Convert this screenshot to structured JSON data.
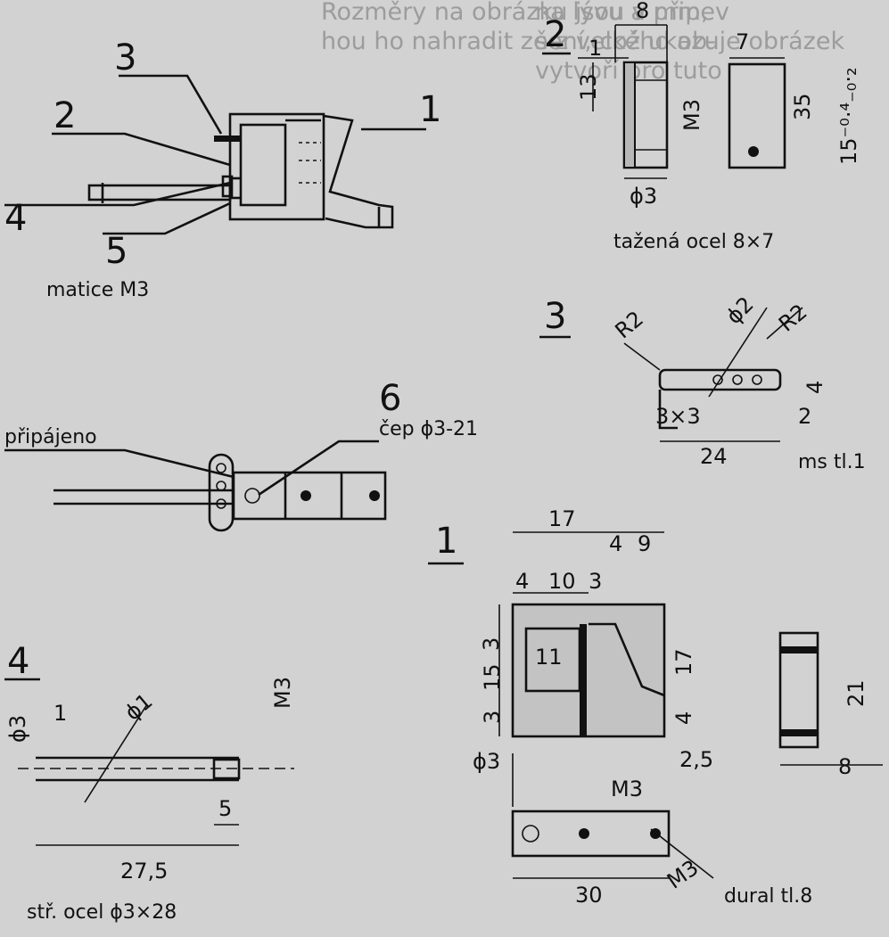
{
  "background_text": [
    "na lývu a připev",
    "Rozměry na obrázku jsou v mm,",
    "šení, což ukazuje obrázek",
    "hou ho nahradit ze z velkého ob-",
    "vytvoří pro tuto"
  ],
  "part_numbers": {
    "p1": "1",
    "p2": "2",
    "p3": "3",
    "p4": "4",
    "p5": "5",
    "p6": "6"
  },
  "labels": {
    "nut": "matice M3",
    "soldered": "připájeno",
    "pin": "čep ϕ3-21",
    "steel_drawn": "tažená ocel 8×7",
    "brass": "ms tl.1",
    "silver_steel": "stř. ocel ϕ3×28",
    "dural": "dural tl.8"
  },
  "dimensions": {
    "d_8": "8",
    "d_1a": "1",
    "d_13": "13",
    "d_m3a": "M3",
    "d_phi3a": "ϕ3",
    "d_7": "7",
    "d_35": "35",
    "d_15tol": "15⁻⁰·⁴₋₀·₂",
    "d_r2a": "R2",
    "d_phi2": "ϕ2",
    "d_r2b": "R2",
    "d_4a": "4",
    "d_3x3": "3×3",
    "d_2": "2",
    "d_24": "24",
    "d_17a": "17",
    "d_4b": "4",
    "d_9": "9",
    "d_4c": "4",
    "d_10": "10",
    "d_3a": "3",
    "d_3b": "3",
    "d_11": "11",
    "d_15": "15",
    "d_3c": "3",
    "d_17b": "17",
    "d_4d": "4",
    "d_phi3b": "ϕ3",
    "d_25": "2,5",
    "d_m3b": "M3",
    "d_21": "21",
    "d_8b": "8",
    "d_m3c": "M3",
    "d_30": "30",
    "d_1b": "1",
    "d_phi1": "ϕ1",
    "d_phi3c": "ϕ3",
    "d_m3d": "M3",
    "d_5": "5",
    "d_275": "27,5"
  }
}
